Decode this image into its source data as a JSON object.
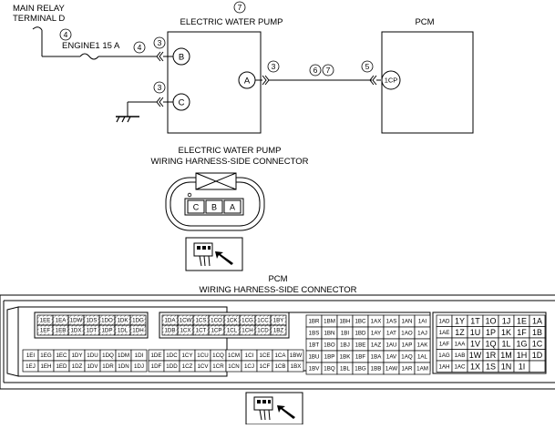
{
  "labels": {
    "main_relay_1": "MAIN RELAY",
    "main_relay_2": "TERMINAL D",
    "fuse": "ENGINE1 15 A",
    "pump_title": "ELECTRIC WATER PUMP",
    "pcm_title": "PCM",
    "pump_conn_1": "ELECTRIC WATER PUMP",
    "pump_conn_2": "WIRING HARNESS-SIDE CONNECTOR",
    "pcm_conn_1": "PCM",
    "pcm_conn_2": "WIRING HARNESS-SIDE CONNECTOR"
  },
  "callouts": {
    "pump": "7",
    "relay_wire": "4",
    "fuse_wire": "4",
    "pin_b_side": "3",
    "pin_c_side": "3",
    "pin_a_side": "3",
    "pcm_side_a": "6",
    "pcm_side_b": "7",
    "pcm_side_c": "5"
  },
  "terminals": {
    "b": "B",
    "c": "C",
    "a": "A",
    "pcm": "1CP"
  },
  "pump_connector_pins": [
    "C",
    "B",
    "A"
  ],
  "pcm_connector": {
    "block1_top": [
      "1EE",
      "1EA",
      "1DW",
      "1DS",
      "1DO",
      "1DK",
      "1DG"
    ],
    "block1_bot": [
      "1EF",
      "1EB",
      "1DX",
      "1DT",
      "1DP",
      "1DL",
      "1DH"
    ],
    "block2_top": [
      "1DA",
      "1CW",
      "1CS",
      "1CO",
      "1CK",
      "1CG",
      "1CC",
      "1BY"
    ],
    "block2_bot": [
      "1DB",
      "1CX",
      "1CT",
      "1CP",
      "1CL",
      "1CH",
      "1CD",
      "1BZ"
    ],
    "block3_top": [
      "1EI",
      "1EG",
      "1EC",
      "1DY",
      "1DU",
      "1DQ",
      "1DM",
      "1DI"
    ],
    "block3_bot": [
      "1EJ",
      "1EH",
      "1ED",
      "1DZ",
      "1DV",
      "1DR",
      "1DN",
      "1DJ"
    ],
    "block4_top": [
      "1DE",
      "1DC",
      "1CY",
      "1CU",
      "1CQ",
      "1CM",
      "1CI",
      "1CE",
      "1CA",
      "1BW"
    ],
    "block4_bot": [
      "1DF",
      "1DD",
      "1CZ",
      "1CV",
      "1CR",
      "1CN",
      "1CJ",
      "1CF",
      "1CB",
      "1BX"
    ],
    "block5_rows": [
      [
        "1BR",
        "1BM",
        "1BH",
        "1BC",
        "1AX",
        "1AS",
        "1AN",
        "1AI"
      ],
      [
        "1BS",
        "1BN",
        "1BI",
        "1BD",
        "1AY",
        "1AT",
        "1AO",
        "1AJ"
      ],
      [
        "1BT",
        "1BO",
        "1BJ",
        "1BE",
        "1AZ",
        "1AU",
        "1AP",
        "1AK"
      ],
      [
        "1BU",
        "1BP",
        "1BK",
        "1BF",
        "1BA",
        "1AV",
        "1AQ",
        "1AL"
      ],
      [
        "1BV",
        "1BQ",
        "1BL",
        "1BG",
        "1BB",
        "1AW",
        "1AR",
        "1AM"
      ]
    ],
    "block6_rows": [
      [
        "1AD",
        "1Y",
        "1T",
        "1O",
        "1J",
        "1E",
        "1A"
      ],
      [
        "1AE",
        "1Z",
        "1U",
        "1P",
        "1K",
        "1F",
        "1B"
      ],
      [
        "1AF",
        "1AA",
        "1V",
        "1Q",
        "1L",
        "1G",
        "1C"
      ],
      [
        "1AG",
        "1AB",
        "1W",
        "1R",
        "1M",
        "1H",
        "1D"
      ],
      [
        "1AH",
        "1AC",
        "1X",
        "1S",
        "1N",
        "1I",
        ""
      ]
    ]
  }
}
